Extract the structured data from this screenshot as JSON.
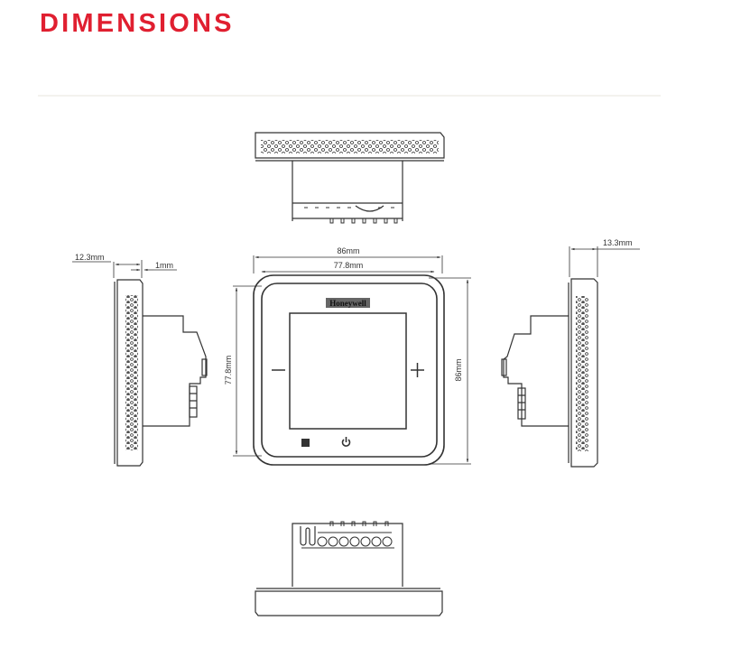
{
  "page": {
    "title": "DIMENSIONS",
    "accent_color": "#e01f30"
  },
  "diagram": {
    "subject": "Honeywell thermostat",
    "front_view": {
      "brand_label": "Honeywell",
      "outer_width": "86mm",
      "inner_width": "77.8mm",
      "outer_height": "86mm",
      "inner_height": "77.8mm",
      "minus_symbol": "−",
      "plus_symbol": "+",
      "icons": [
        "menu-grid-icon",
        "power-icon"
      ]
    },
    "left_side_view": {
      "depth": "12.3mm",
      "gap": "1mm"
    },
    "right_side_view": {
      "depth": "13.3mm"
    },
    "views": [
      "top view",
      "left side view",
      "front view",
      "right side view",
      "bottom view"
    ]
  }
}
